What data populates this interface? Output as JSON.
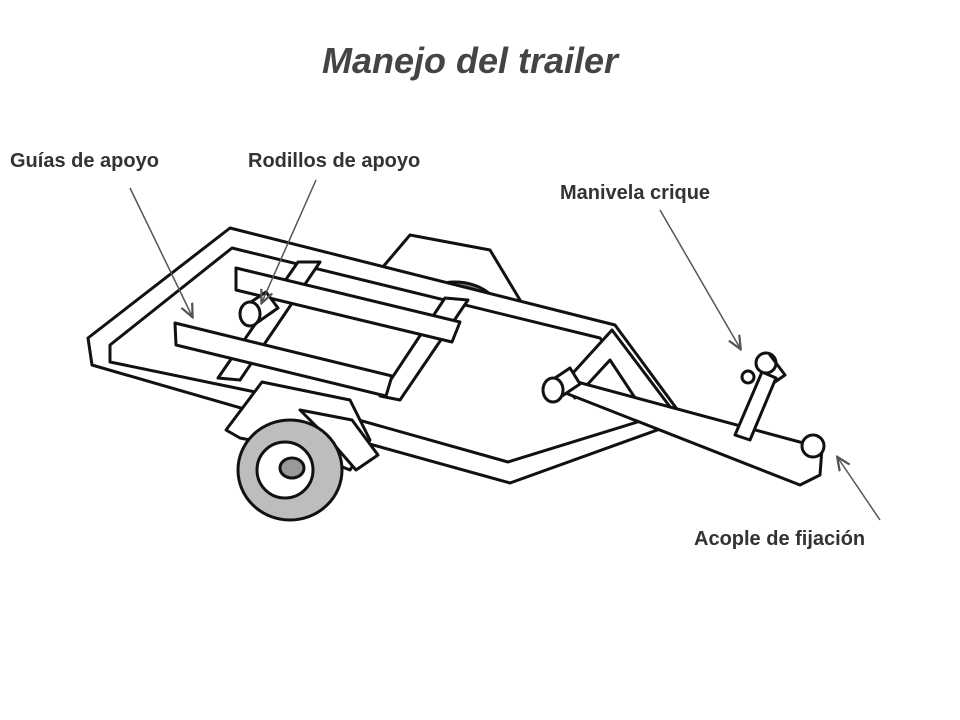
{
  "title": "Manejo del trailer",
  "labels": {
    "guias": "Guías de apoyo",
    "rodillos": "Rodillos de apoyo",
    "manivela": "Manivela crique",
    "acople": "Acople de fijación"
  },
  "colors": {
    "line": "#111111",
    "arrow": "#555555",
    "tire": "#bdbdbd",
    "text": "#333333"
  }
}
